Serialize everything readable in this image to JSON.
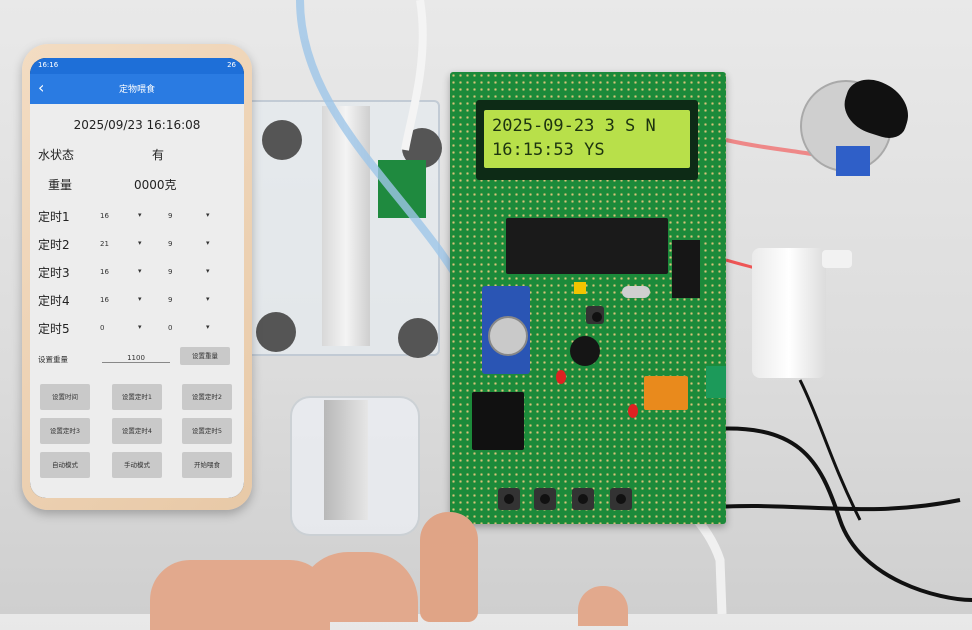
{
  "phone": {
    "status": {
      "time": "16:16",
      "battery": "26"
    },
    "app_title": "定物喂食",
    "back_icon": "back-arrow-icon",
    "datetime": "2025/09/23  16:16:08",
    "water_label": "水状态",
    "water_value": "有",
    "weight_label": "重量",
    "weight_value": "0000克",
    "timers": [
      {
        "label": "定时1",
        "h": "16",
        "m": "9"
      },
      {
        "label": "定时2",
        "h": "21",
        "m": "9"
      },
      {
        "label": "定时3",
        "h": "16",
        "m": "9"
      },
      {
        "label": "定时4",
        "h": "16",
        "m": "9"
      },
      {
        "label": "定时5",
        "h": "0",
        "m": "0"
      }
    ],
    "set_weight_label": "设置重量",
    "set_weight_value": "1100",
    "set_weight_button": "设置重量",
    "buttons": [
      "设置时间",
      "设置定时1",
      "设置定时2",
      "设置定时3",
      "设置定时4",
      "设置定时5",
      "自动模式",
      "手动模式",
      "开始喂食"
    ]
  },
  "lcd": {
    "line1": "2025-09-23 3 S N",
    "line2": "16:15:53 YS"
  },
  "colors": {
    "app_blue": "#2a7be2",
    "pcb_green": "#1c8a3a",
    "lcd_green": "#b8e04a",
    "relay_orange": "#e98a1c"
  }
}
